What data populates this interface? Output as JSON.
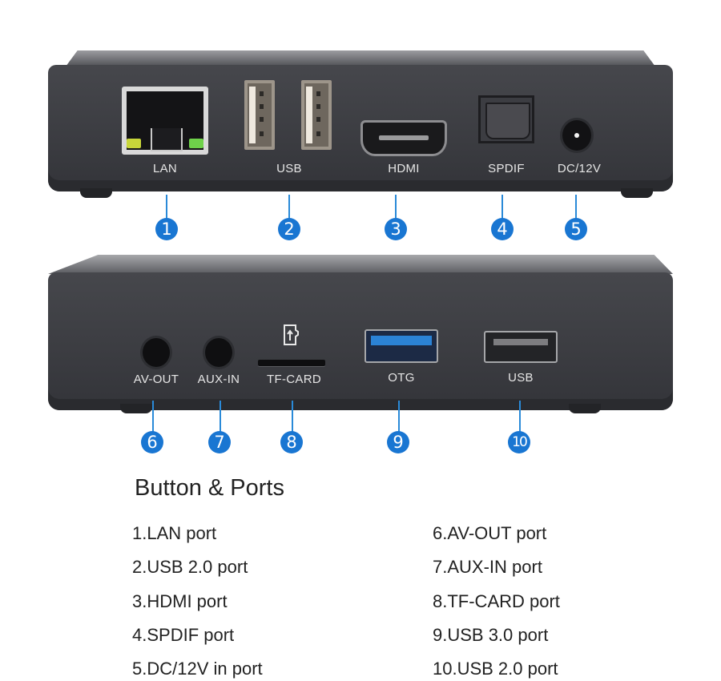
{
  "front_panel": {
    "labels": [
      "LAN",
      "USB",
      "HDMI",
      "SPDIF",
      "DC/12V"
    ],
    "callouts": [
      "1",
      "2",
      "3",
      "4",
      "5"
    ]
  },
  "rear_panel": {
    "labels": [
      "AV-OUT",
      "AUX-IN",
      "TF-CARD",
      "OTG",
      "USB"
    ],
    "callouts": [
      "6",
      "7",
      "8",
      "9",
      "10"
    ]
  },
  "legend": {
    "title": "Button & Ports",
    "items": [
      "1.LAN port",
      "2.USB 2.0 port",
      "3.HDMI port",
      "4.SPDIF port",
      "5.DC/12V in port",
      "6.AV-OUT port",
      "7.AUX-IN port",
      "8.TF-CARD port",
      "9.USB 3.0 port",
      "10.USB 2.0 port"
    ]
  },
  "colors": {
    "callout_blue": "#1976d2",
    "device_body": "#3b3c41",
    "usb3_blue": "#2b83d6",
    "led_yellow": "#c8d63a",
    "led_green": "#6fd24a"
  }
}
